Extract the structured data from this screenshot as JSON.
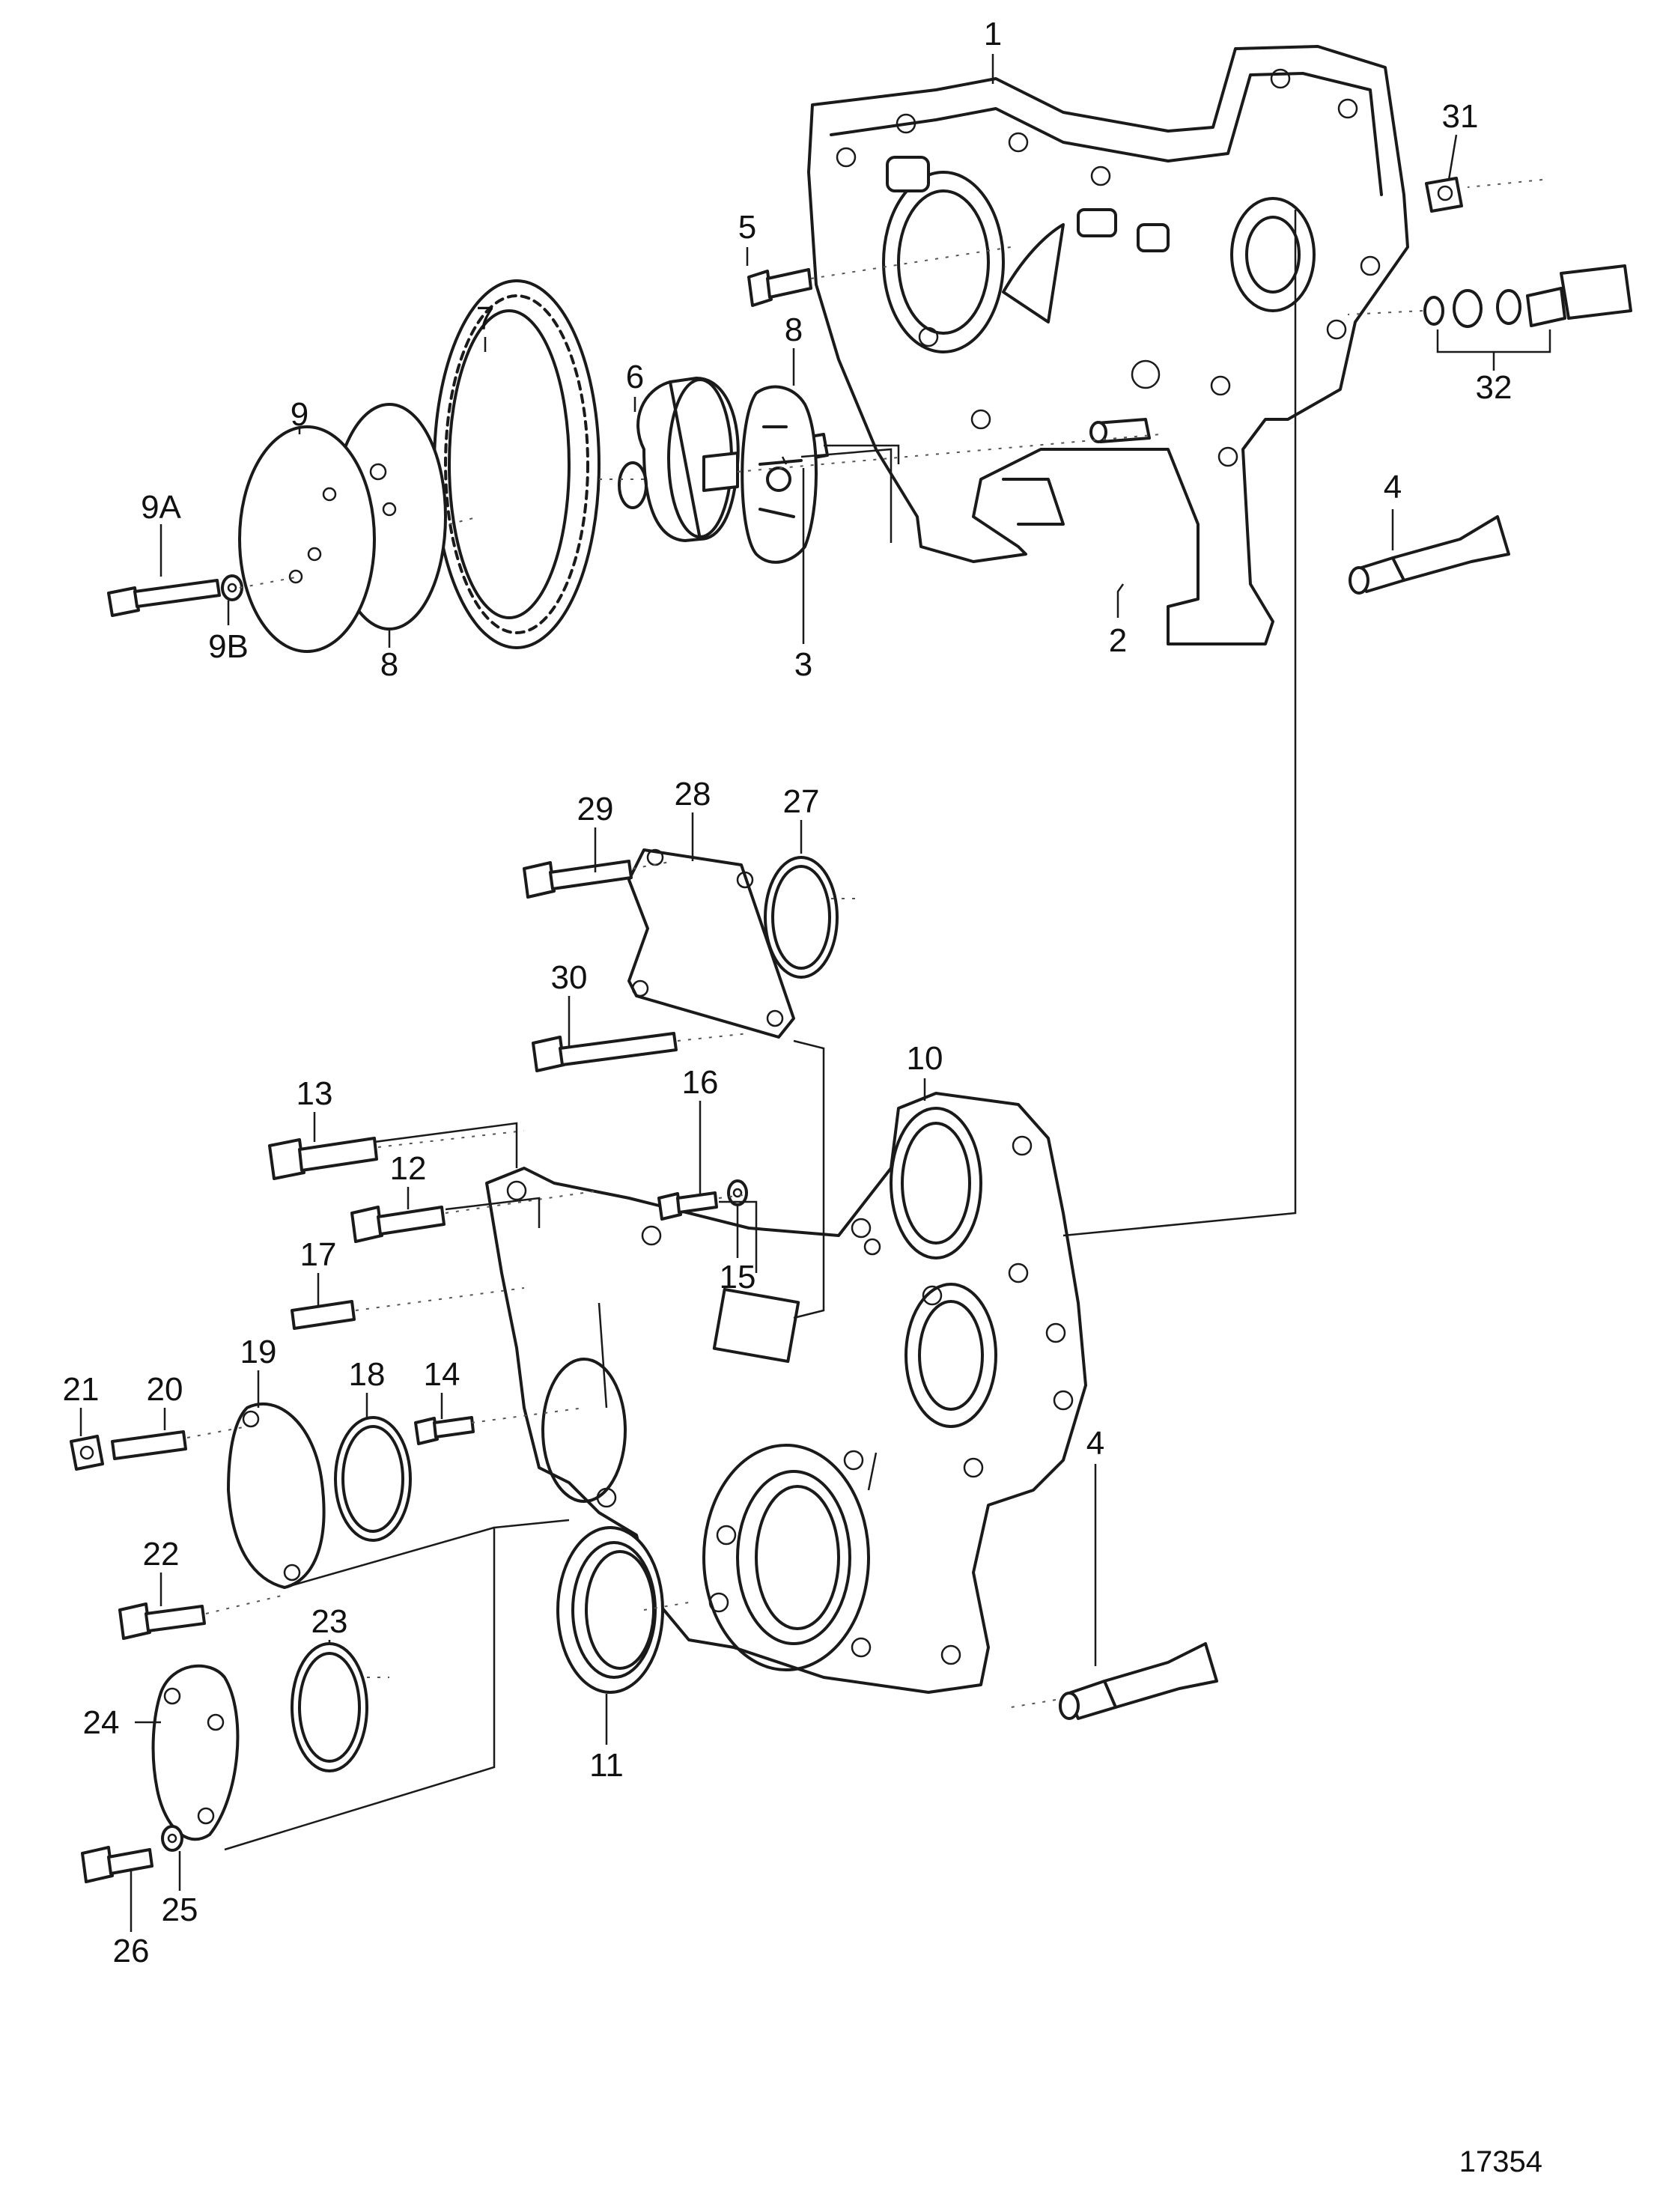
{
  "figure_number": "17354",
  "callouts": [
    {
      "id": "c1",
      "text": "1"
    },
    {
      "id": "c2",
      "text": "2"
    },
    {
      "id": "c3",
      "text": "3"
    },
    {
      "id": "c4a",
      "text": "4"
    },
    {
      "id": "c4b",
      "text": "4"
    },
    {
      "id": "c5",
      "text": "5"
    },
    {
      "id": "c6",
      "text": "6"
    },
    {
      "id": "c7",
      "text": "7"
    },
    {
      "id": "c8a",
      "text": "8"
    },
    {
      "id": "c8b",
      "text": "8"
    },
    {
      "id": "c9",
      "text": "9"
    },
    {
      "id": "c9a",
      "text": "9A"
    },
    {
      "id": "c9b",
      "text": "9B"
    },
    {
      "id": "c10",
      "text": "10"
    },
    {
      "id": "c11",
      "text": "11"
    },
    {
      "id": "c12",
      "text": "12"
    },
    {
      "id": "c13",
      "text": "13"
    },
    {
      "id": "c14",
      "text": "14"
    },
    {
      "id": "c15",
      "text": "15"
    },
    {
      "id": "c16",
      "text": "16"
    },
    {
      "id": "c17",
      "text": "17"
    },
    {
      "id": "c18",
      "text": "18"
    },
    {
      "id": "c19",
      "text": "19"
    },
    {
      "id": "c20",
      "text": "20"
    },
    {
      "id": "c21",
      "text": "21"
    },
    {
      "id": "c22",
      "text": "22"
    },
    {
      "id": "c23",
      "text": "23"
    },
    {
      "id": "c24",
      "text": "24"
    },
    {
      "id": "c25",
      "text": "25"
    },
    {
      "id": "c26",
      "text": "26"
    },
    {
      "id": "c27",
      "text": "27"
    },
    {
      "id": "c28",
      "text": "28"
    },
    {
      "id": "c29",
      "text": "29"
    },
    {
      "id": "c30",
      "text": "30"
    },
    {
      "id": "c31",
      "text": "31"
    },
    {
      "id": "c32",
      "text": "32"
    }
  ]
}
